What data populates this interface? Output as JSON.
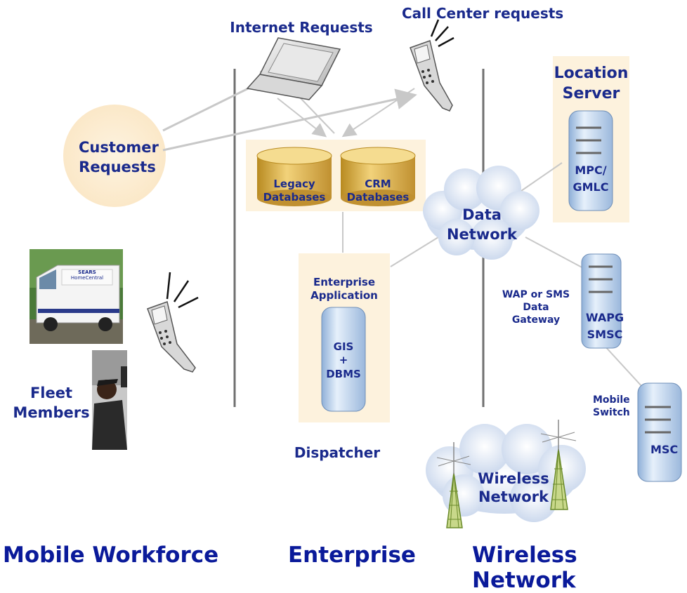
{
  "labels": {
    "internet_requests": "Internet Requests",
    "call_center_requests": "Call Center requests",
    "customer_requests_1": "Customer",
    "customer_requests_2": "Requests",
    "location_server_1": "Location",
    "location_server_2": "Server",
    "mpc_gmlc_1": "MPC/",
    "mpc_gmlc_2": "GMLC",
    "legacy_db_1": "Legacy",
    "legacy_db_2": "Databases",
    "crm_db_1": "CRM",
    "crm_db_2": "Databases",
    "data_network_1": "Data",
    "data_network_2": "Network",
    "enterprise_app_1": "Enterprise",
    "enterprise_app_2": "Application",
    "gis_1": "GIS",
    "gis_2": "+",
    "gis_3": "DBMS",
    "wap_sms_1": "WAP or SMS",
    "wap_sms_2": "Data",
    "wap_sms_3": "Gateway",
    "wapg_1": "WAPG",
    "wapg_2": "SMSC",
    "fleet_1": "Fleet",
    "fleet_2": "Members",
    "mobile_switch_1": "Mobile",
    "mobile_switch_2": "Switch",
    "msc": "MSC",
    "dispatcher": "Dispatcher",
    "wireless_network_1": "Wireless",
    "wireless_network_2": "Network",
    "van_brand": "SEARS",
    "van_sub": "HomeCentral"
  },
  "footer": {
    "mobile_workforce": "Mobile Workforce",
    "enterprise": "Enterprise",
    "wireless_network": "Wireless Network"
  },
  "colors": {
    "label_blue": "#1a2a8c",
    "footer_blue": "#0a2a9a",
    "panel_tan": "#fdf2dd",
    "db_gold": "#e0b84a",
    "server_blue": "#c8dcf0",
    "divider": "#707070"
  }
}
